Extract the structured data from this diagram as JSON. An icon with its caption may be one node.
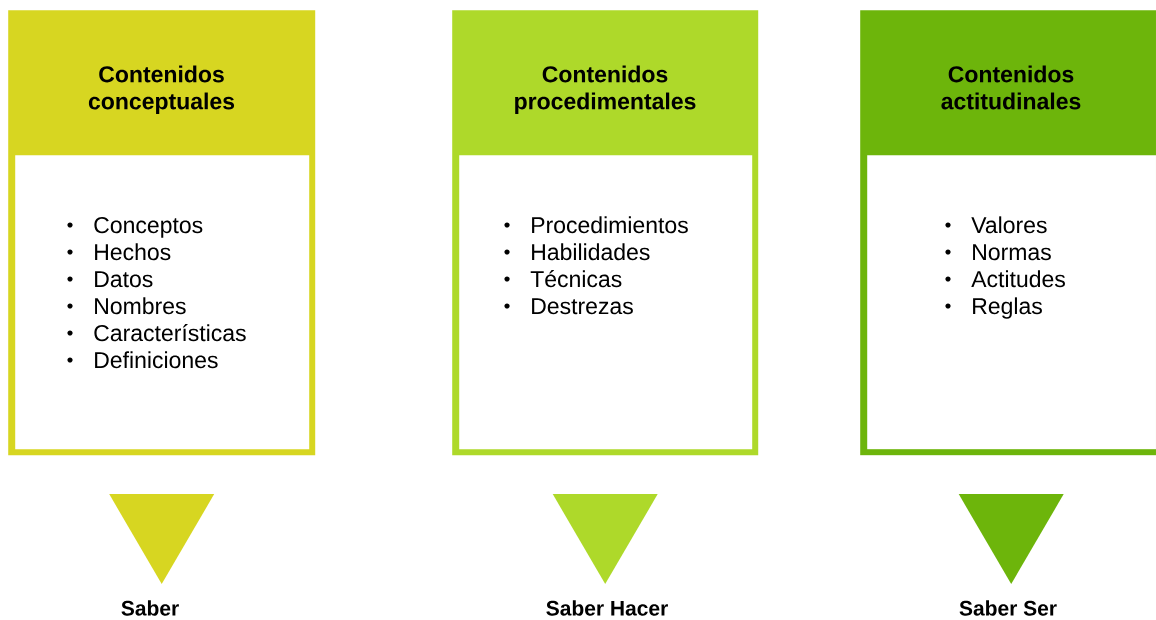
{
  "diagram": {
    "nodes": [
      {
        "text": [
          "Contenidos conceptuales"
        ]
      },
      {
        "text": [
          "Conceptos",
          "Hechos",
          "Datos",
          "Nombres",
          "Características",
          "Definiciones"
        ],
        "in": 0
      },
      {
        "text": [
          "Contenidos procedimentales"
        ]
      },
      {
        "text": [
          "Procedimientos",
          "Habilidades",
          "Técnicas",
          "Destrezas"
        ],
        "in": 2
      },
      {
        "text": [
          "Contenidos actitudinales"
        ]
      },
      {
        "text": [
          "Valores",
          "Normas",
          "Actitudes",
          "Reglas"
        ],
        "in": 4
      },
      {
        "text": [
          "Saber"
        ]
      },
      {
        "text": [
          "Saber Hacer"
        ]
      },
      {
        "text": [
          "Saber Ser"
        ]
      }
    ],
    "edges": [
      {
        "from": 0,
        "to": 6,
        "arrow": "to",
        "color": "#d7d621"
      },
      {
        "from": 2,
        "to": 7,
        "arrow": "to",
        "color": "#aed92a"
      },
      {
        "from": 4,
        "to": 8,
        "arrow": "to",
        "color": "#6db50b"
      }
    ]
  }
}
